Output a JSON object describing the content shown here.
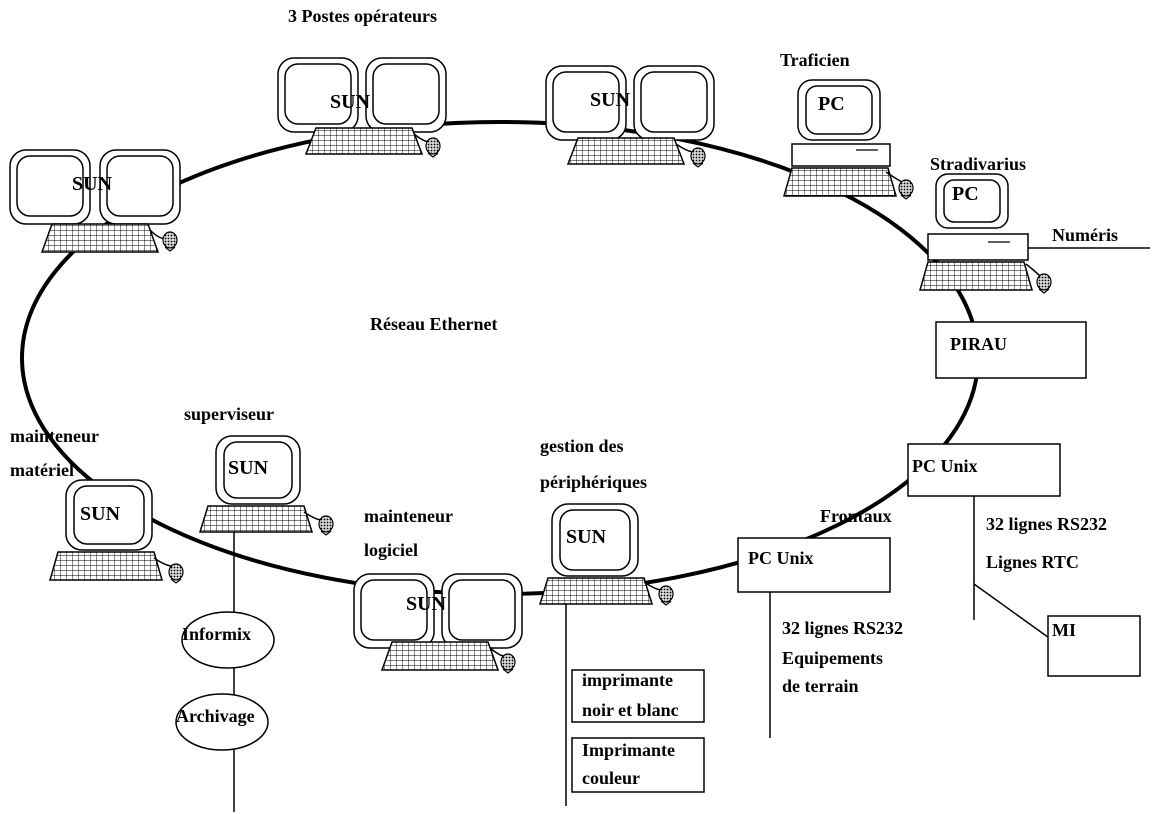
{
  "network": {
    "label": "Réseau Ethernet"
  },
  "labels": {
    "operators": "3 Postes opérateurs",
    "traficien": "Traficien",
    "stradivarius": "Stradivarius",
    "numeris": "Numéris",
    "pirau": "PIRAU",
    "superviseur": "superviseur",
    "mainteneur_materiel_1": "mainteneur",
    "mainteneur_materiel_2": "matériel",
    "mainteneur_logiciel_1": "mainteneur",
    "mainteneur_logiciel_2": "logiciel",
    "gestion_1": "gestion des",
    "gestion_2": "périphériques",
    "frontaux": "Frontaux",
    "informix": "Informix",
    "archivage": "Archivage",
    "imprimante_nb_1": "imprimante",
    "imprimante_nb_2": "noir et blanc",
    "imprimante_couleur_1": "Imprimante",
    "imprimante_couleur_2": "couleur",
    "pc_unix_front": "PC Unix",
    "pc_unix_right": "PC Unix",
    "lignes_front_1": "32 lignes RS232",
    "lignes_front_2": "Equipements",
    "lignes_front_3": "de terrain",
    "lignes_right_1": "32 lignes RS232",
    "lignes_right_2": "Lignes RTC",
    "mi": "MI"
  },
  "screen_text": {
    "sun": "SUN",
    "pc": "PC"
  }
}
